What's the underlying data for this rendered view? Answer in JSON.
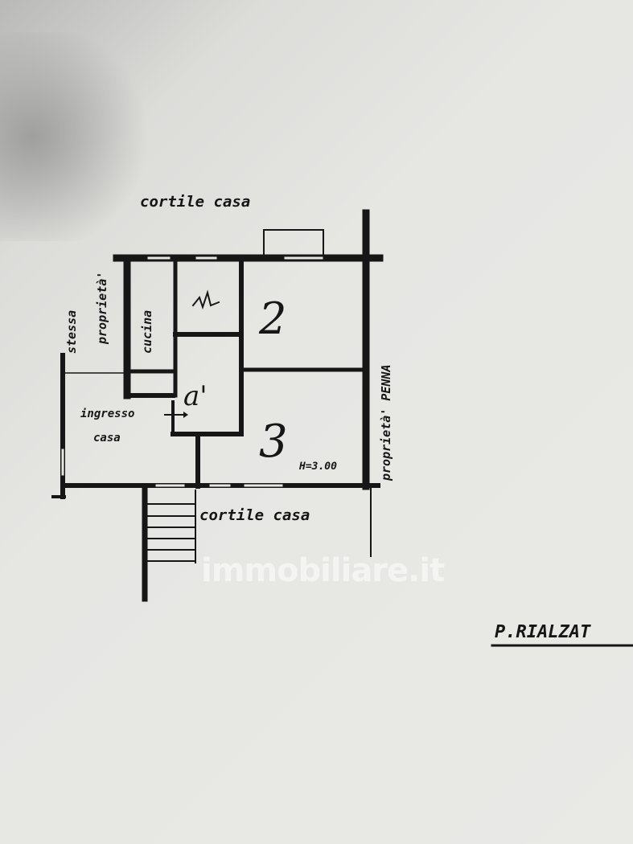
{
  "labels": {
    "courtyard_top": "cortile casa",
    "courtyard_bottom": "cortile casa",
    "same_property_1": "stessa",
    "same_property_2": "proprietà'",
    "kitchen": "cucina",
    "neighbor_property": "proprietà' PENNA",
    "entrance_1": "ingresso",
    "entrance_2": "casa",
    "room_2": "2",
    "room_3": "3",
    "room_hall": "a'",
    "height": "H=3.00",
    "floor": "P.RIALZAT"
  },
  "watermark": "immobiliare.it",
  "colors": {
    "ink": "#161616",
    "paper": "#e6e6e3"
  }
}
